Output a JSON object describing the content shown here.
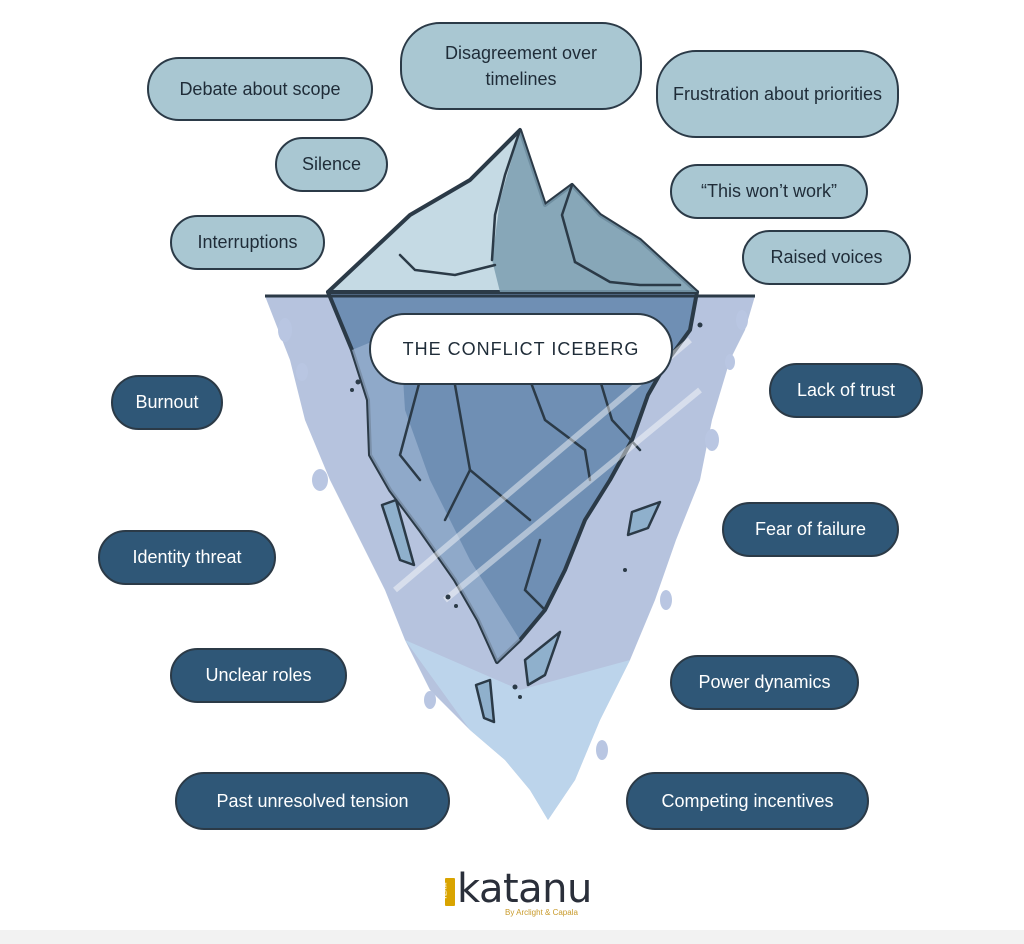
{
  "title": "THE CONFLICT ICEBERG",
  "above_water": [
    "Debate about scope",
    "Disagreement over timelines",
    "Frustration about priorities",
    "Silence",
    "“This won’t work”",
    "Interruptions",
    "Raised voices"
  ],
  "below_water": [
    "Burnout",
    "Lack of trust",
    "Fear of failure",
    "Identity threat",
    "Unclear roles",
    "Power dynamics",
    "Past unresolved tension",
    "Competing incentives"
  ],
  "brand": {
    "tag": "TEAM",
    "name": "katanu",
    "tagline": "By Arclight & Capala"
  },
  "colors": {
    "above_pill": "#a9c7d2",
    "below_pill": "#2f5777",
    "outline": "#2b3a47",
    "water": "#a9b8d8",
    "ice_top": "#c5dae4",
    "ice_under": "#6f8fb4",
    "brand_gold": "#d9a400"
  }
}
